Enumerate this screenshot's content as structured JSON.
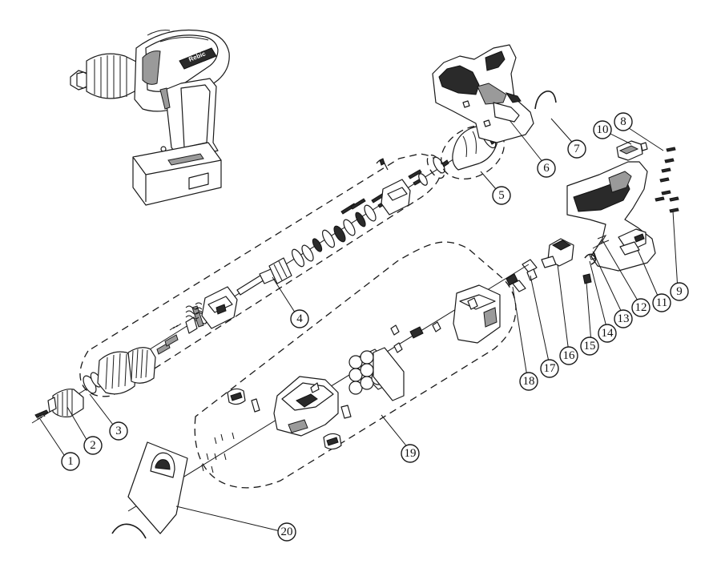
{
  "brand_label": "Rebic",
  "callouts": [
    {
      "id": 1,
      "label": "1"
    },
    {
      "id": 2,
      "label": "2"
    },
    {
      "id": 3,
      "label": "3"
    },
    {
      "id": 4,
      "label": "4"
    },
    {
      "id": 5,
      "label": "5"
    },
    {
      "id": 6,
      "label": "6"
    },
    {
      "id": 7,
      "label": "7"
    },
    {
      "id": 8,
      "label": "8"
    },
    {
      "id": 9,
      "label": "9"
    },
    {
      "id": 10,
      "label": "10"
    },
    {
      "id": 11,
      "label": "11"
    },
    {
      "id": 12,
      "label": "12"
    },
    {
      "id": 13,
      "label": "13"
    },
    {
      "id": 14,
      "label": "14"
    },
    {
      "id": 15,
      "label": "15"
    },
    {
      "id": 16,
      "label": "16"
    },
    {
      "id": 17,
      "label": "17"
    },
    {
      "id": 18,
      "label": "18"
    },
    {
      "id": 19,
      "label": "19"
    },
    {
      "id": 20,
      "label": "20"
    }
  ]
}
